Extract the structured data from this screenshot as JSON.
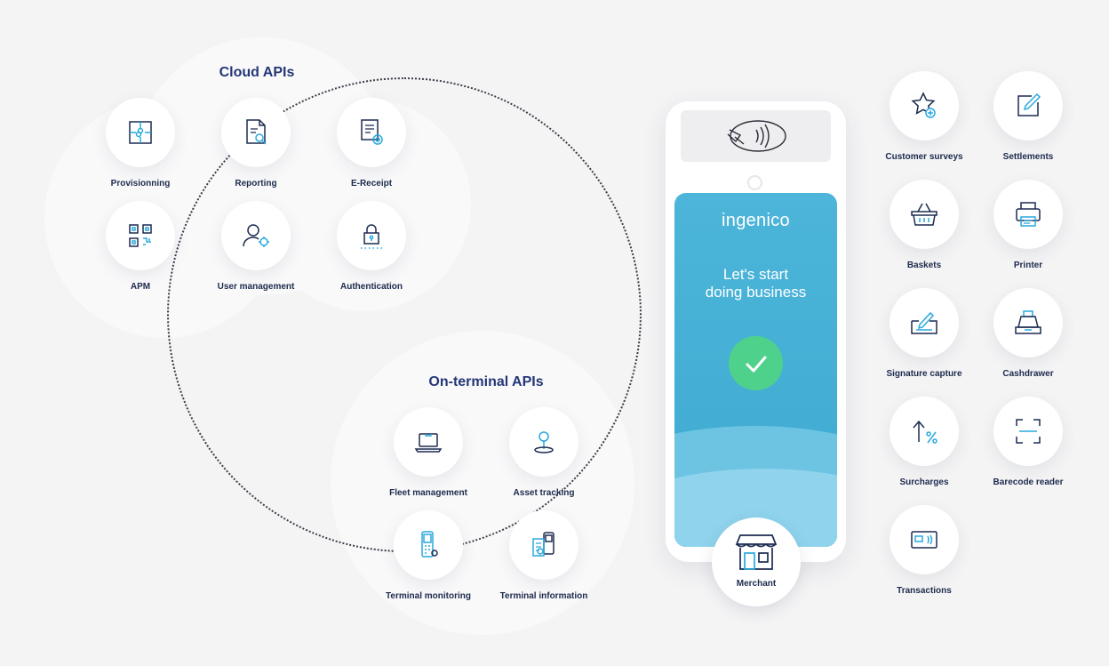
{
  "groups": {
    "cloud": {
      "title": "Cloud APIs",
      "items": [
        {
          "label": "Provisionning",
          "icon": "puzzle-icon"
        },
        {
          "label": "Reporting",
          "icon": "report-search-icon"
        },
        {
          "label": "E-Receipt",
          "icon": "email-receipt-icon"
        },
        {
          "label": "APM",
          "icon": "qr-code-icon"
        },
        {
          "label": "User management",
          "icon": "user-gear-icon"
        },
        {
          "label": "Authentication",
          "icon": "lock-icon"
        }
      ]
    },
    "terminal": {
      "title": "On-terminal APIs",
      "items": [
        {
          "label": "Fleet management",
          "icon": "laptop-icon"
        },
        {
          "label": "Asset tracking",
          "icon": "location-pin-icon"
        },
        {
          "label": "Terminal monitoring",
          "icon": "terminal-gear-icon"
        },
        {
          "label": "Terminal information",
          "icon": "terminal-info-icon"
        }
      ]
    }
  },
  "device": {
    "brand": "ingenico",
    "tagline_line1": "Let's start",
    "tagline_line2": "doing business",
    "contactless_icon": "contactless-card-icon",
    "status_icon": "check-icon",
    "merchant": {
      "label": "Merchant",
      "icon": "storefront-icon"
    }
  },
  "features": [
    {
      "label": "Customer surveys",
      "icon": "star-plus-icon"
    },
    {
      "label": "Settlements",
      "icon": "edit-icon"
    },
    {
      "label": "Baskets",
      "icon": "basket-icon"
    },
    {
      "label": "Printer",
      "icon": "printer-icon"
    },
    {
      "label": "Signature capture",
      "icon": "signature-icon"
    },
    {
      "label": "Cashdrawer",
      "icon": "cash-register-icon"
    },
    {
      "label": "Surcharges",
      "icon": "percent-arrow-icon"
    },
    {
      "label": "Barecode reader",
      "icon": "barcode-scan-icon"
    },
    {
      "label": "Transactions",
      "icon": "card-transaction-icon"
    }
  ],
  "colors": {
    "navy": "#243776",
    "icon_blue": "#1c2b50",
    "accent_cyan": "#29a9de",
    "screen_blue": "#45afd6",
    "success_green": "#4ed28b"
  }
}
